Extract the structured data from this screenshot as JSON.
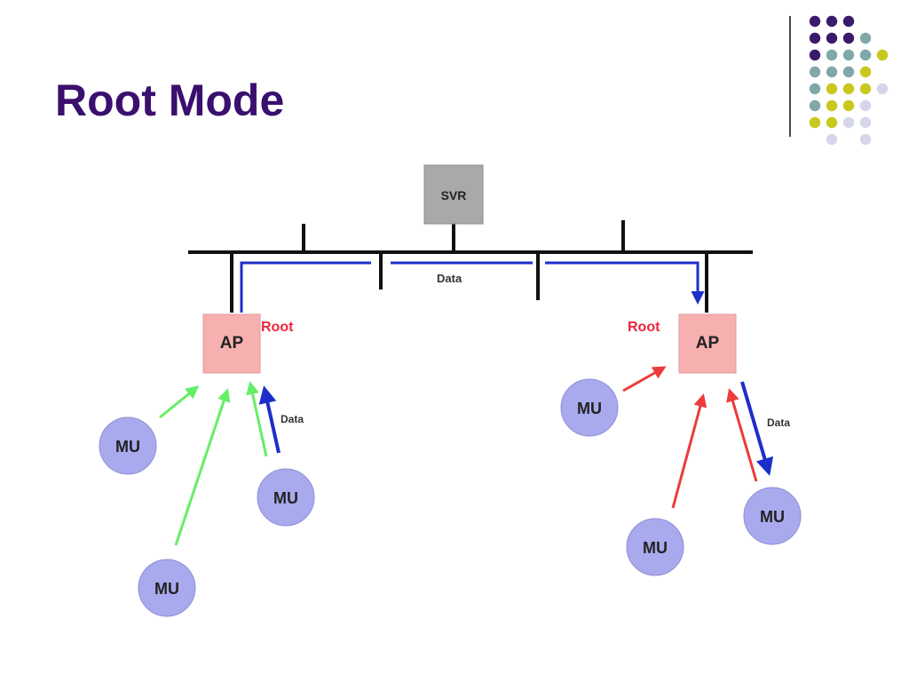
{
  "slide": {
    "title": "Root Mode"
  },
  "colors": {
    "title": "#3a0f6e",
    "ap_fill": "#f7b0b0",
    "svr_fill": "#a9a9a9",
    "mu_fill": "#a9a9ee",
    "root_label": "#e8283c",
    "data_flow": "#1c2fc8",
    "mu_link_left": "#66ee66",
    "mu_link_right": "#ee3a3a",
    "bus": "#111111",
    "deco_purple": "#3a1a6a",
    "deco_teal": "#7fa8a8",
    "deco_yellow": "#c8c81e",
    "deco_lavender": "#d6d6ea"
  },
  "diagram": {
    "server": {
      "label": "SVR"
    },
    "data_label_bus": "Data",
    "left_ap": {
      "label": "AP",
      "role_label": "Root",
      "data_label": "Data"
    },
    "right_ap": {
      "label": "AP",
      "role_label": "Root",
      "data_label": "Data"
    },
    "mobile_units": {
      "left_1": "MU",
      "left_2": "MU",
      "left_3": "MU",
      "right_1": "MU",
      "right_2": "MU",
      "right_3": "MU"
    }
  }
}
